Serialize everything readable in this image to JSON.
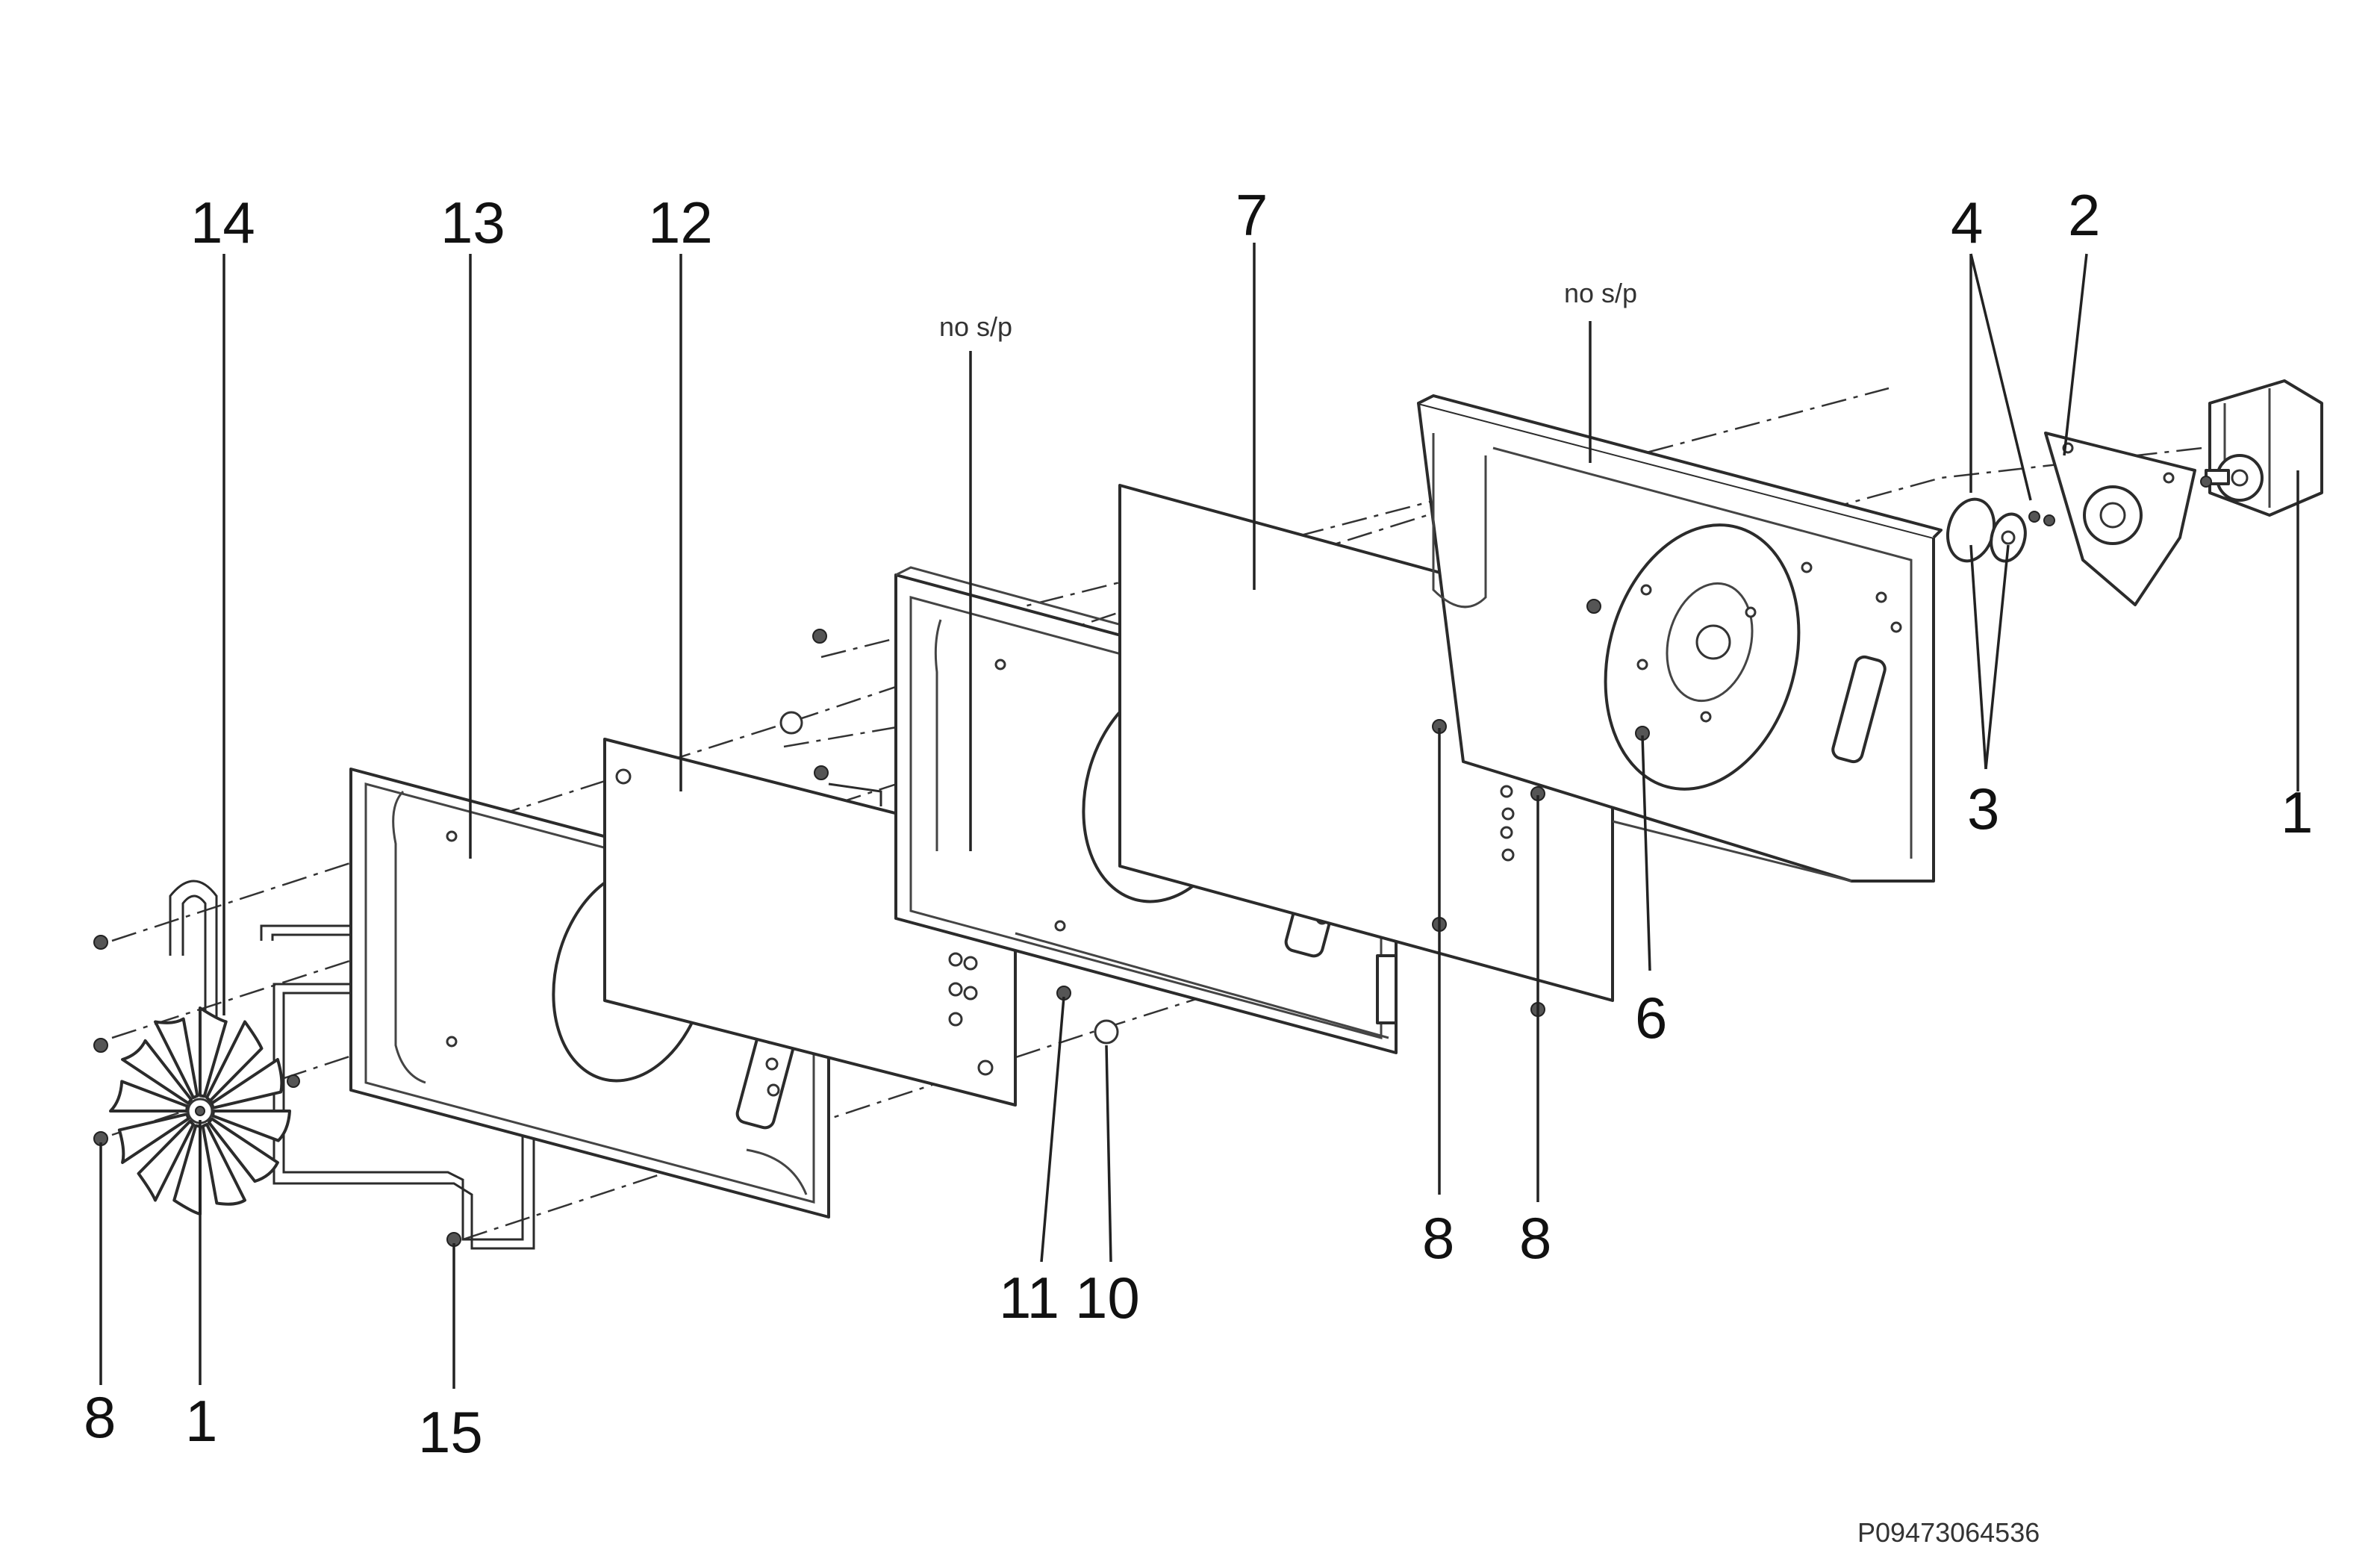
{
  "callouts": {
    "c14": "14",
    "c13": "13",
    "c12": "12",
    "c7": "7",
    "c4": "4",
    "c2": "2",
    "c1_right": "1",
    "c3": "3",
    "c6": "6",
    "c8_mid_left": "8",
    "c8_mid_right": "8",
    "c11": "11",
    "c10": "10",
    "c8_left": "8",
    "c1_left": "1",
    "c15": "15"
  },
  "notes": {
    "no_sp_left": "no s/p",
    "no_sp_right": "no s/p"
  },
  "drawing_code": "P09473064536",
  "colors": {
    "line": "#2b2b2b",
    "background": "#ffffff"
  }
}
